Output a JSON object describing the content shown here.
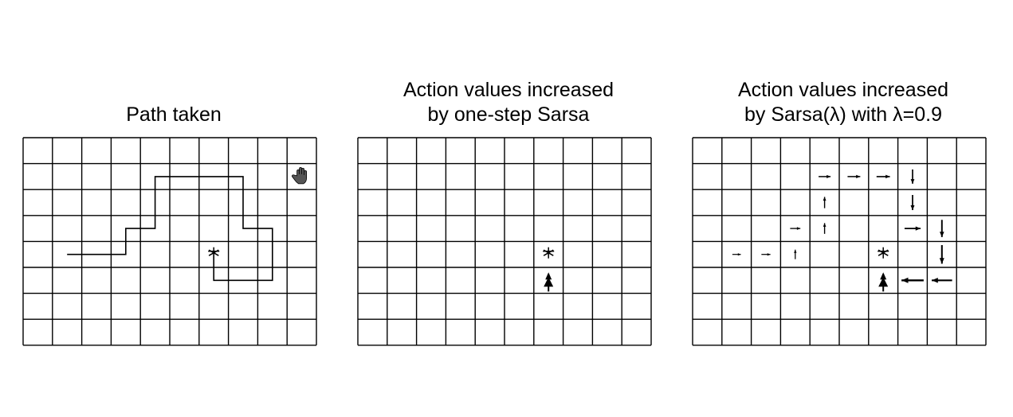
{
  "grid": {
    "cols": 10,
    "rows": 8
  },
  "panels": [
    {
      "title": "Path taken",
      "path": [
        [
          1.5,
          4.5
        ],
        [
          3.5,
          4.5
        ],
        [
          3.5,
          3.5
        ],
        [
          4.5,
          3.5
        ],
        [
          4.5,
          1.5
        ],
        [
          7.5,
          1.5
        ],
        [
          7.5,
          3.5
        ],
        [
          8.5,
          3.5
        ],
        [
          8.5,
          5.5
        ],
        [
          6.5,
          5.5
        ],
        [
          6.5,
          4.5
        ]
      ],
      "start_cell": [
        9,
        1
      ],
      "goal_cell": [
        6,
        4
      ],
      "arrows": []
    },
    {
      "title": "Action values increased\nby one-step Sarsa",
      "path": [],
      "goal_cell": [
        6,
        4
      ],
      "arrows": [
        {
          "cell": [
            6,
            5
          ],
          "dir": "up",
          "strength": 1.0
        }
      ]
    },
    {
      "title": "Action values increased\nby Sarsa(λ) with λ=0.9",
      "path": [],
      "goal_cell": [
        6,
        4
      ],
      "arrows": [
        {
          "cell": [
            1,
            4
          ],
          "dir": "right",
          "strength": 0.12
        },
        {
          "cell": [
            2,
            4
          ],
          "dir": "right",
          "strength": 0.15
        },
        {
          "cell": [
            3,
            4
          ],
          "dir": "up",
          "strength": 0.18
        },
        {
          "cell": [
            3,
            3
          ],
          "dir": "right",
          "strength": 0.22
        },
        {
          "cell": [
            4,
            3
          ],
          "dir": "up",
          "strength": 0.25
        },
        {
          "cell": [
            4,
            2
          ],
          "dir": "up",
          "strength": 0.28
        },
        {
          "cell": [
            4,
            1
          ],
          "dir": "right",
          "strength": 0.32
        },
        {
          "cell": [
            5,
            1
          ],
          "dir": "right",
          "strength": 0.36
        },
        {
          "cell": [
            6,
            1
          ],
          "dir": "right",
          "strength": 0.4
        },
        {
          "cell": [
            7,
            1
          ],
          "dir": "down",
          "strength": 0.45
        },
        {
          "cell": [
            7,
            2
          ],
          "dir": "down",
          "strength": 0.5
        },
        {
          "cell": [
            7,
            3
          ],
          "dir": "right",
          "strength": 0.55
        },
        {
          "cell": [
            8,
            3
          ],
          "dir": "down",
          "strength": 0.62
        },
        {
          "cell": [
            8,
            4
          ],
          "dir": "down",
          "strength": 0.7
        },
        {
          "cell": [
            8,
            5
          ],
          "dir": "left",
          "strength": 0.8
        },
        {
          "cell": [
            7,
            5
          ],
          "dir": "left",
          "strength": 0.9
        },
        {
          "cell": [
            6,
            5
          ],
          "dir": "up",
          "strength": 1.0
        }
      ]
    }
  ]
}
